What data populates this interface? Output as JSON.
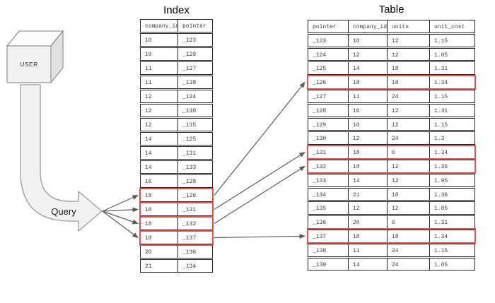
{
  "user": {
    "label": "USER"
  },
  "query": {
    "label": "Query"
  },
  "index_table": {
    "title": "Index",
    "columns": [
      "company_id",
      "pointer"
    ],
    "rows": [
      {
        "company_id": "10",
        "pointer": "_123",
        "highlighted": false
      },
      {
        "company_id": "10",
        "pointer": "_129",
        "highlighted": false
      },
      {
        "company_id": "11",
        "pointer": "_127",
        "highlighted": false
      },
      {
        "company_id": "11",
        "pointer": "_138",
        "highlighted": false
      },
      {
        "company_id": "12",
        "pointer": "_124",
        "highlighted": false
      },
      {
        "company_id": "12",
        "pointer": "_130",
        "highlighted": false
      },
      {
        "company_id": "12",
        "pointer": "_135",
        "highlighted": false
      },
      {
        "company_id": "14",
        "pointer": "_125",
        "highlighted": false
      },
      {
        "company_id": "14",
        "pointer": "_131",
        "highlighted": false
      },
      {
        "company_id": "14",
        "pointer": "_133",
        "highlighted": false
      },
      {
        "company_id": "16",
        "pointer": "_128",
        "highlighted": false
      },
      {
        "company_id": "18",
        "pointer": "_126",
        "highlighted": true
      },
      {
        "company_id": "18",
        "pointer": "_131",
        "highlighted": true
      },
      {
        "company_id": "18",
        "pointer": "_132",
        "highlighted": true
      },
      {
        "company_id": "18",
        "pointer": "_137",
        "highlighted": true
      },
      {
        "company_id": "20",
        "pointer": "_136",
        "highlighted": false
      },
      {
        "company_id": "21",
        "pointer": "_134",
        "highlighted": false
      }
    ]
  },
  "main_table": {
    "title": "Table",
    "columns": [
      "pointer",
      "company_id",
      "units",
      "unit_cost"
    ],
    "rows": [
      {
        "pointer": "_123",
        "company_id": "10",
        "units": "12",
        "unit_cost": "1.15",
        "highlighted": false
      },
      {
        "pointer": "_124",
        "company_id": "12",
        "units": "12",
        "unit_cost": "1.05",
        "highlighted": false
      },
      {
        "pointer": "_125",
        "company_id": "14",
        "units": "18",
        "unit_cost": "1.31",
        "highlighted": false
      },
      {
        "pointer": "_126",
        "company_id": "18",
        "units": "18",
        "unit_cost": "1.34",
        "highlighted": true
      },
      {
        "pointer": "_127",
        "company_id": "11",
        "units": "24",
        "unit_cost": "1.15",
        "highlighted": false
      },
      {
        "pointer": "_128",
        "company_id": "16",
        "units": "12",
        "unit_cost": "1.31",
        "highlighted": false
      },
      {
        "pointer": "_129",
        "company_id": "10",
        "units": "12",
        "unit_cost": "1.15",
        "highlighted": false
      },
      {
        "pointer": "_130",
        "company_id": "12",
        "units": "24",
        "unit_cost": "1.3",
        "highlighted": false
      },
      {
        "pointer": "_131",
        "company_id": "18",
        "units": "6",
        "unit_cost": "1.34",
        "highlighted": true
      },
      {
        "pointer": "_132",
        "company_id": "18",
        "units": "12",
        "unit_cost": "1.35",
        "highlighted": true
      },
      {
        "pointer": "_133",
        "company_id": "14",
        "units": "12",
        "unit_cost": "1.95",
        "highlighted": false
      },
      {
        "pointer": "_134",
        "company_id": "21",
        "units": "18",
        "unit_cost": "1.36",
        "highlighted": false
      },
      {
        "pointer": "_135",
        "company_id": "12",
        "units": "12",
        "unit_cost": "1.05",
        "highlighted": false
      },
      {
        "pointer": "_136",
        "company_id": "20",
        "units": "6",
        "unit_cost": "1.31",
        "highlighted": false
      },
      {
        "pointer": "_137",
        "company_id": "18",
        "units": "18",
        "unit_cost": "1.34",
        "highlighted": true
      },
      {
        "pointer": "_138",
        "company_id": "11",
        "units": "24",
        "unit_cost": "1.15",
        "highlighted": false
      },
      {
        "pointer": "_139",
        "company_id": "14",
        "units": "24",
        "unit_cost": "1.05",
        "highlighted": false
      }
    ]
  },
  "links": [
    {
      "pointer": "_126"
    },
    {
      "pointer": "_131"
    },
    {
      "pointer": "_132"
    },
    {
      "pointer": "_137"
    }
  ],
  "colors": {
    "highlight": "#e64f4f",
    "table_border": "#262626",
    "arrow": "#5c5c5c",
    "shape_fill": "#f1f1f1",
    "shape_stroke": "#9b9b9b",
    "text": "#3d3d3d"
  }
}
